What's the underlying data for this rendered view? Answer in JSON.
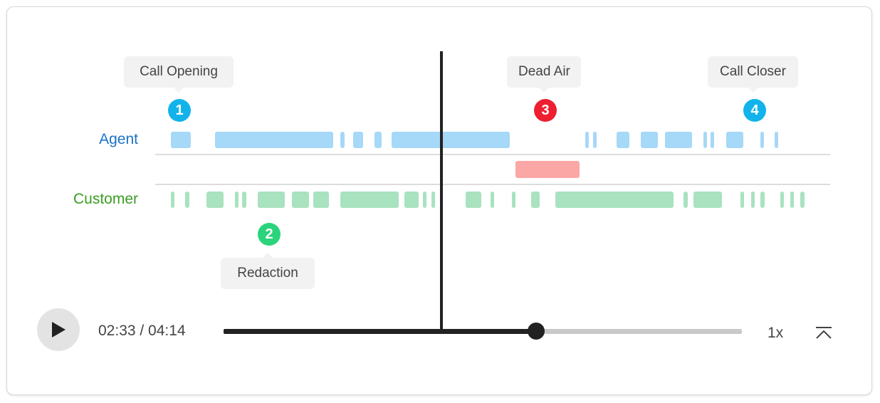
{
  "tracks": {
    "agent_label": "Agent",
    "customer_label": "Customer"
  },
  "annotations": [
    {
      "id": "call-opening",
      "label": "Call Opening",
      "number": "1",
      "color": "#12b3eb"
    },
    {
      "id": "redaction",
      "label": "Redaction",
      "number": "2",
      "color": "#2bd47c"
    },
    {
      "id": "dead-air",
      "label": "Dead Air",
      "number": "3",
      "color": "#ee1f30"
    },
    {
      "id": "call-closer",
      "label": "Call Closer",
      "number": "4",
      "color": "#12b3eb"
    }
  ],
  "player": {
    "current_time": "02:33",
    "total_time": "04:14",
    "time_display": "02:33 / 04:14",
    "progress": 0.6024,
    "speed": "1x"
  },
  "icons": {
    "play": "play-icon",
    "collapse": "collapse-up-icon"
  },
  "colors": {
    "agent_segment": "#a6d8f8",
    "customer_segment": "#a8e2bf",
    "dead_air_segment": "#fba7a6",
    "agent_label": "#1a73c8",
    "customer_label": "#3a9d23",
    "playhead": "#222222"
  }
}
